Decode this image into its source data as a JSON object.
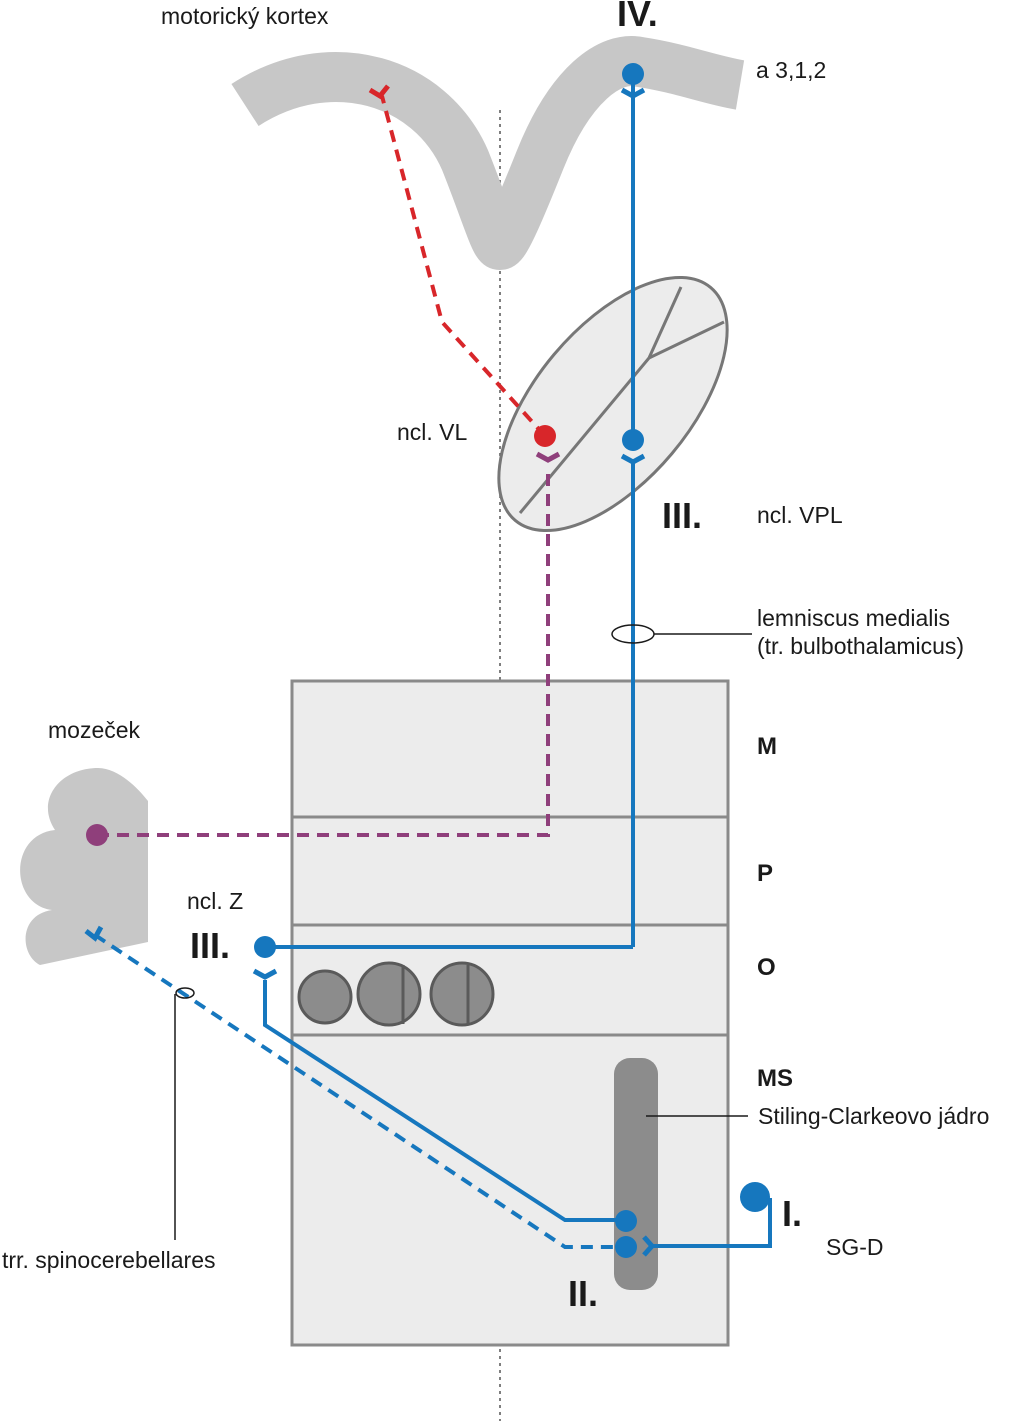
{
  "labels": {
    "motor_cortex": "motorický kortex",
    "area_312": "a 3,1,2",
    "ncl_vl": "ncl. VL",
    "ncl_vpl": "ncl. VPL",
    "lemniscus_1": "lemniscus medialis",
    "lemniscus_2": "(tr. bulbothalamicus)",
    "cerebellum": "mozeček",
    "ncl_z": "ncl. Z",
    "clarke": "Stiling-Clarkeovo jádro",
    "spinocerebellar": "trr. spinocerebellares",
    "sgd": "SG-D"
  },
  "levels": {
    "m": "M",
    "p": "P",
    "o": "O",
    "ms": "MS"
  },
  "neurons": {
    "n1": "I.",
    "n2": "II.",
    "n3_vpl": "III.",
    "n3_z": "III.",
    "n4": "IV."
  },
  "colors": {
    "pathway_blue": "#1677be",
    "pathway_red": "#d8262a",
    "pathway_purple": "#8f3f7b",
    "tissue_gray": "#c7c7c7",
    "box_fill": "#ececec",
    "box_stroke": "#8a8a8a",
    "nucleus_dark": "#8c8c8c"
  }
}
